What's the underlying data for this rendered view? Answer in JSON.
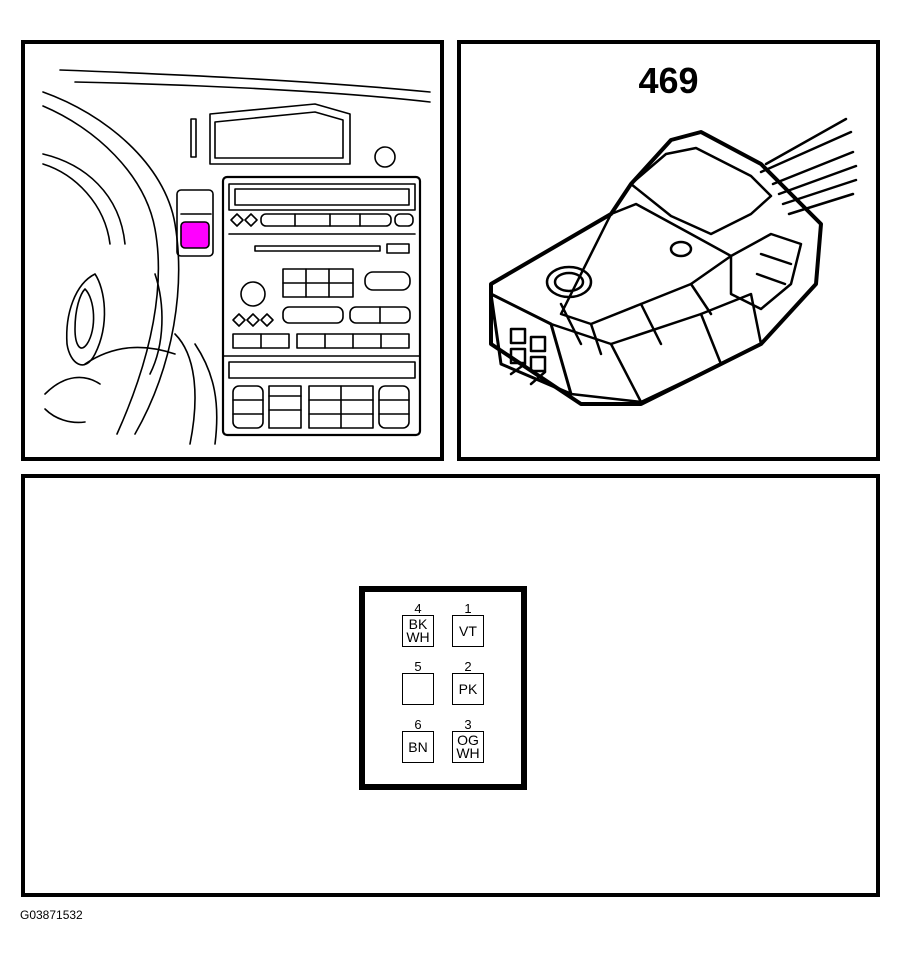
{
  "connector": {
    "number": "469",
    "highlight_color": "#ff00ff"
  },
  "pins": [
    {
      "pos": "4",
      "line1": "BK",
      "line2": "WH"
    },
    {
      "pos": "1",
      "line1": "VT",
      "line2": ""
    },
    {
      "pos": "5",
      "line1": "",
      "line2": ""
    },
    {
      "pos": "2",
      "line1": "PK",
      "line2": ""
    },
    {
      "pos": "6",
      "line1": "BN",
      "line2": ""
    },
    {
      "pos": "3",
      "line1": "OG",
      "line2": "WH"
    }
  ],
  "figure_id": "G03871532"
}
